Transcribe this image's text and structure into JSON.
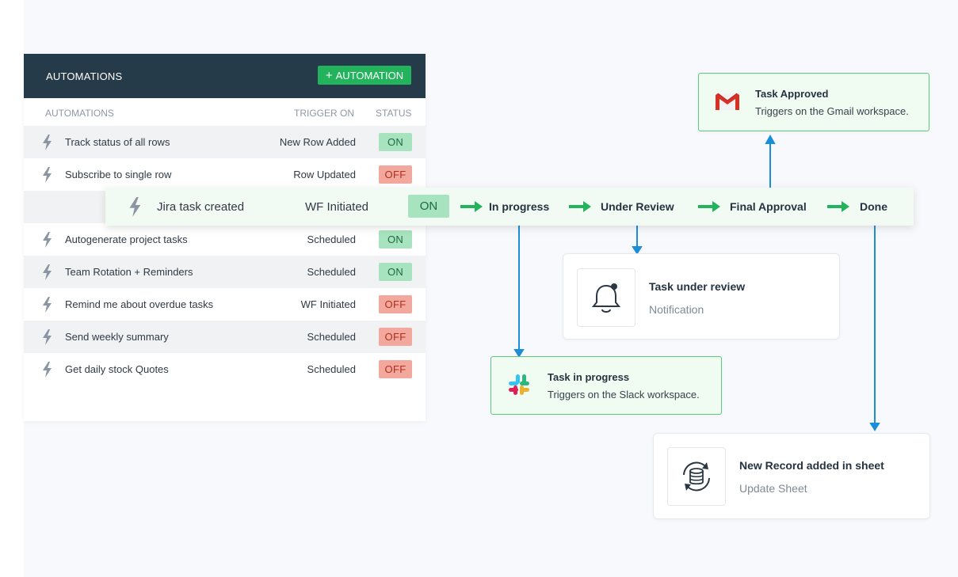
{
  "panel": {
    "title": "AUTOMATIONS",
    "add_button": "AUTOMATION",
    "columns": {
      "name": "AUTOMATIONS",
      "trigger": "TRIGGER ON",
      "status": "STATUS"
    },
    "rows": [
      {
        "name": "Track status of all rows",
        "trigger": "New Row Added",
        "status": "ON"
      },
      {
        "name": "Subscribe to single row",
        "trigger": "Row Updated",
        "status": "OFF"
      },
      {
        "name": "Autogenerate project tasks",
        "trigger": "Scheduled",
        "status": "ON"
      },
      {
        "name": "Team Rotation + Reminders",
        "trigger": "Scheduled",
        "status": "ON"
      },
      {
        "name": "Remind me about overdue tasks",
        "trigger": "WF Initiated",
        "status": "OFF"
      },
      {
        "name": "Send weekly summary",
        "trigger": "Scheduled",
        "status": "OFF"
      },
      {
        "name": "Get daily stock Quotes",
        "trigger": "Scheduled",
        "status": "OFF"
      }
    ]
  },
  "workflow": {
    "name": "Jira task created",
    "trigger": "WF Initiated",
    "status": "ON",
    "stages": [
      "In progress",
      "Under Review",
      "Final Approval",
      "Done"
    ]
  },
  "cards": {
    "gmail": {
      "title": "Task Approved",
      "subtitle": "Triggers on the Gmail workspace.",
      "icon": "gmail-icon"
    },
    "review": {
      "title": "Task under review",
      "subtitle": "Notification",
      "icon": "bell-icon"
    },
    "slack": {
      "title": "Task in progress",
      "subtitle": "Triggers on the Slack workspace.",
      "icon": "slack-icon"
    },
    "sheet": {
      "title": "New Record added in sheet",
      "subtitle": "Update Sheet",
      "icon": "database-sync-icon"
    }
  },
  "colors": {
    "header": "#263b4a",
    "accent_green": "#23b35d",
    "on": "#a7e3bf",
    "off": "#f2a89c",
    "connector": "#1a8fd8"
  }
}
